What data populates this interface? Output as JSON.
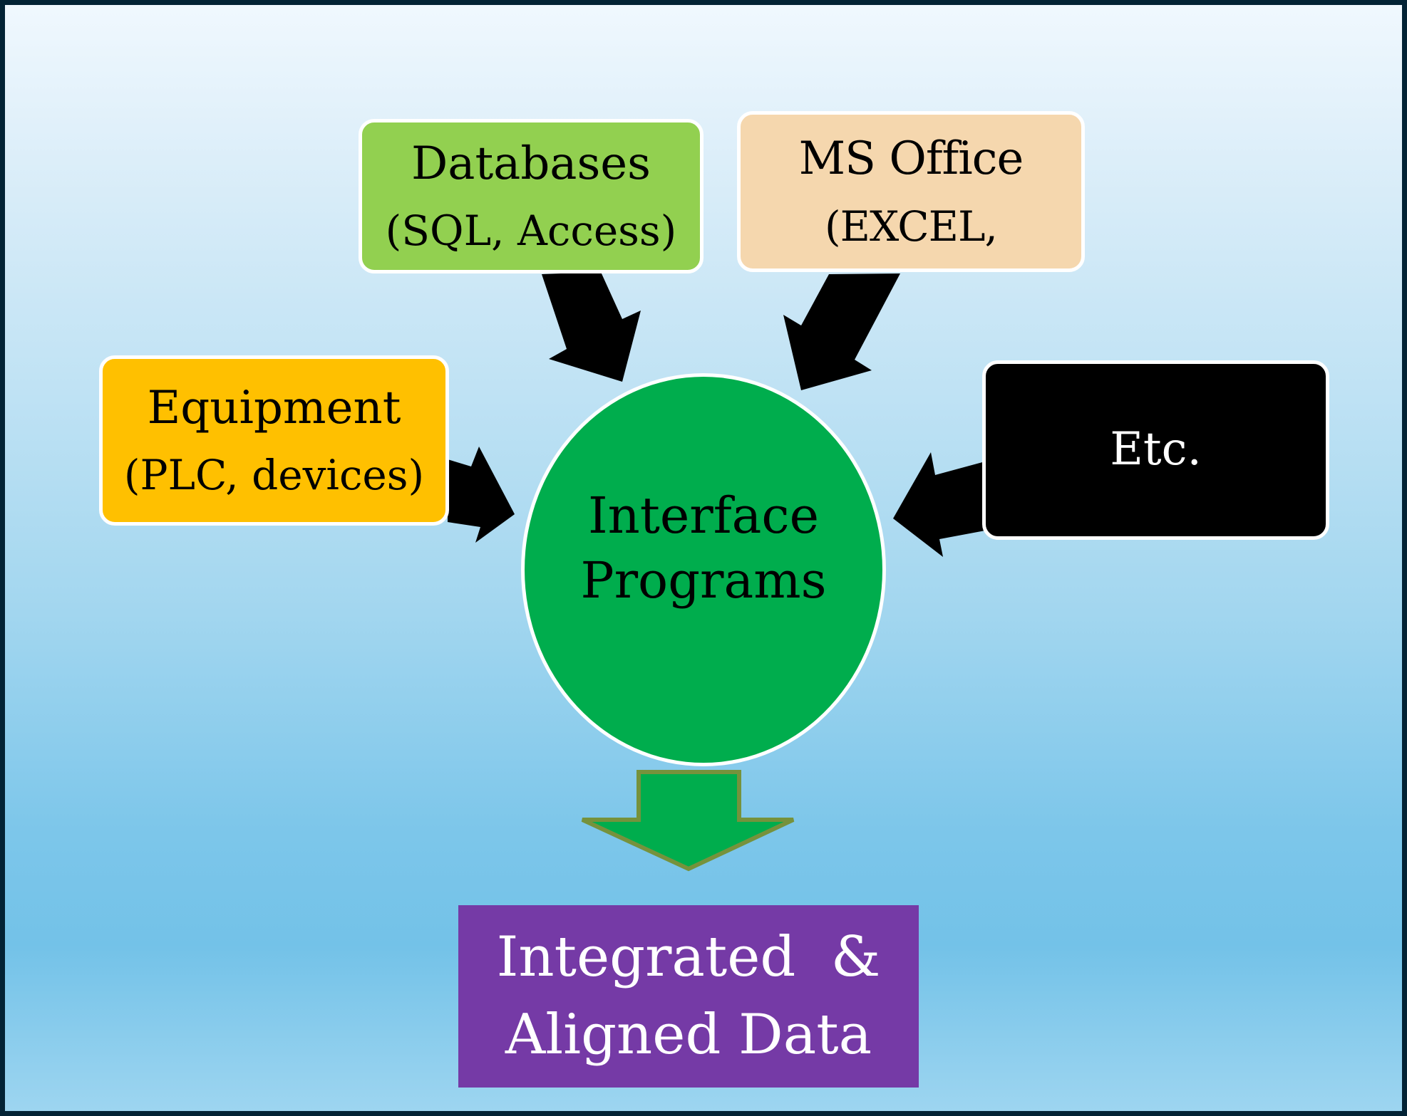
{
  "diagram": {
    "title": "Interface Programs data integration",
    "sources": [
      {
        "id": "databases",
        "title": "Databases",
        "subtitle": "(SQL, Access)",
        "fill": "#92d050"
      },
      {
        "id": "ms-office",
        "title": "MS Office",
        "subtitle": "(EXCEL,",
        "fill": "#f5d7ae"
      },
      {
        "id": "equipment",
        "title": "Equipment",
        "subtitle": "(PLC, devices)",
        "fill": "#ffc000"
      },
      {
        "id": "etc",
        "title": "Etc.",
        "fill": "#000000"
      }
    ],
    "hub": {
      "line1": "Interface",
      "line2": "Programs",
      "fill": "#00ad4d"
    },
    "output": {
      "line1": "Integrated  &",
      "line2": "Aligned Data",
      "fill": "#753aa6"
    },
    "edges": [
      {
        "from": "databases",
        "to": "hub"
      },
      {
        "from": "ms-office",
        "to": "hub"
      },
      {
        "from": "equipment",
        "to": "hub"
      },
      {
        "from": "etc",
        "to": "hub"
      },
      {
        "from": "hub",
        "to": "output"
      }
    ],
    "colors": {
      "border": "#032335",
      "arrow": "#000000",
      "output_arrow_fill": "#00ad4d",
      "output_arrow_stroke": "#76923c"
    }
  }
}
